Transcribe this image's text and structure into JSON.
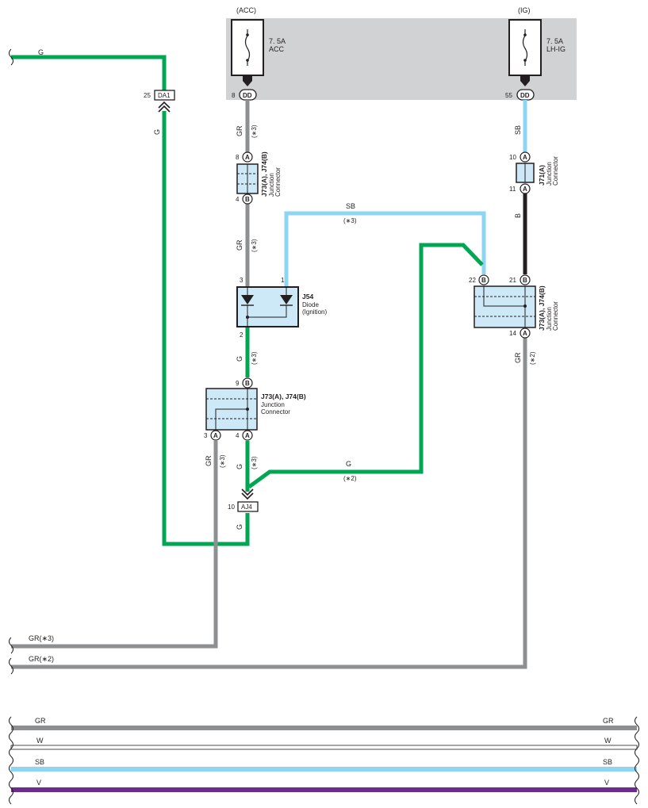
{
  "fuse_block": {
    "acc_header": "(ACC)",
    "ig_header": "(IG)",
    "acc_fuse": {
      "rating": "7. 5A",
      "name": "ACC",
      "pin": "8",
      "connector": "DD"
    },
    "ig_fuse": {
      "rating": "7. 5A",
      "name": "LH-IG",
      "pin": "55",
      "connector": "DD"
    }
  },
  "connectors": {
    "da1": {
      "code": "DA1",
      "pin": "25"
    },
    "aj4": {
      "code": "AJ4",
      "pin": "10"
    }
  },
  "components": {
    "jc_upper_left": {
      "name": "J73(A), J74(B)",
      "desc1": "Junction",
      "desc2": "Connector",
      "pin_top": "8",
      "pin_top_letter": "A",
      "pin_bottom": "4",
      "pin_bottom_letter": "B"
    },
    "j71": {
      "name": "J71(A)",
      "desc1": "Junction",
      "desc2": "Connector",
      "pin_top": "10",
      "pin_top_letter": "A",
      "pin_bottom": "11",
      "pin_bottom_letter": "A"
    },
    "j54": {
      "name": "J54",
      "desc1": "Diode",
      "desc2": "(Ignition)",
      "pin_in_left": "3",
      "pin_in_right": "1",
      "pin_out": "2"
    },
    "jc_right": {
      "name": "J73(A), J74(B)",
      "desc1": "Junction",
      "desc2": "Connector",
      "pin_tl": "22",
      "pin_tl_letter": "B",
      "pin_tr": "21",
      "pin_tr_letter": "B",
      "pin_bottom": "14",
      "pin_bottom_letter": "A"
    },
    "jc_lower": {
      "name": "J73(A), J74(B)",
      "desc1": "Junction",
      "desc2": "Connector",
      "pin_top": "9",
      "pin_top_letter": "B",
      "pin_bl": "3",
      "pin_bl_letter": "A",
      "pin_br": "4",
      "pin_br_letter": "A"
    }
  },
  "wire_labels": {
    "top_left_g": "G",
    "da1_g": "G",
    "acc_gr": "GR",
    "acc_gr_note": "(∗3)",
    "mid_gr": "GR",
    "mid_gr_note": "(∗3)",
    "sb_top": "SB",
    "sb_top_note": "(∗3)",
    "ig_sb": "SB",
    "ig_b": "B",
    "diode_g": "G",
    "diode_g_note": "(∗3)",
    "lower_g": "G",
    "lower_g_note": "(∗3)",
    "branch_g": "G",
    "branch_g_note": "(∗2)",
    "aj4_g": "G",
    "left_gr": "GR",
    "left_gr_note": "(∗3)",
    "right_gr": "GR",
    "right_gr_note": "(∗2)",
    "exit_gr3": "GR(∗3)",
    "exit_gr2": "GR(∗2)"
  },
  "legend_bars": [
    {
      "label": "GR",
      "color": "#8e8f91"
    },
    {
      "label": "W",
      "color": "#ffffff"
    },
    {
      "label": "SB",
      "color": "#8dd5f3"
    },
    {
      "label": "V",
      "color": "#6b2c91"
    }
  ],
  "colors": {
    "green": "#00a651",
    "gray": "#8e8f91",
    "skyblue": "#8dd5f3",
    "black": "#231f20",
    "violet": "#6b2c91",
    "box_fill": "#cde9f7",
    "fuse_panel": "#d1d2d4"
  }
}
